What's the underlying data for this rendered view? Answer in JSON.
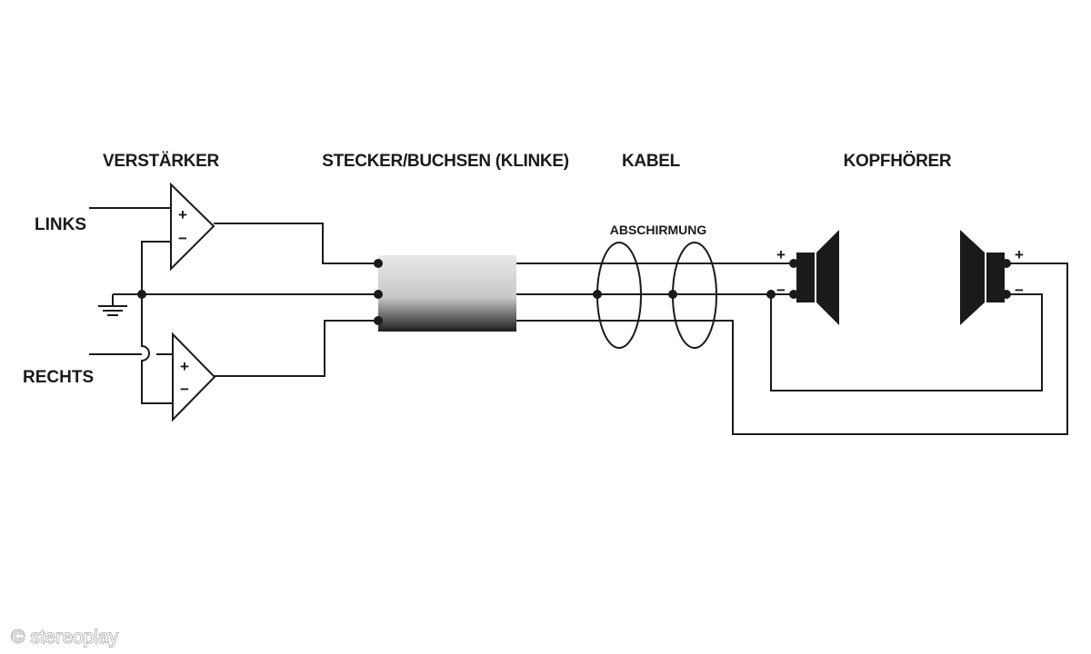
{
  "sections": {
    "amplifier": "VERSTÄRKER",
    "connectors": "STECKER/BUCHSEN (KLINKE)",
    "cable": "KABEL",
    "headphones": "KOPFHÖRER"
  },
  "inputs": {
    "left": "LINKS",
    "right": "RECHTS"
  },
  "shielding": "ABSCHIRMUNG",
  "opamp": {
    "plus": "+",
    "minus": "−"
  },
  "speaker_polarity": {
    "plus": "+",
    "minus": "−"
  },
  "watermark": "© stereoplay",
  "colors": {
    "line": "#1a1a1a",
    "plug_light": "#e6e6e6",
    "plug_dark": "#222222"
  }
}
